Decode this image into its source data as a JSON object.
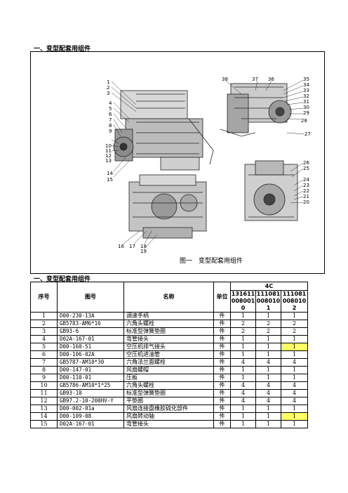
{
  "section1_title": "一、变型配套用组件",
  "figure_caption": "图一　变型配套用组件",
  "callouts_left": [
    "1",
    "2",
    "3",
    "4",
    "5",
    "6",
    "7",
    "8",
    "9",
    "10",
    "11",
    "12",
    "13",
    "14",
    "15"
  ],
  "callouts_bottom": [
    "16",
    "17",
    "18",
    "19"
  ],
  "callouts_top": [
    "36",
    "37",
    "38"
  ],
  "callouts_right": [
    "35",
    "34",
    "33",
    "32",
    "31",
    "30",
    "29",
    "28",
    "27"
  ],
  "callouts_front": [
    "26",
    "25",
    "24",
    "23",
    "22",
    "21",
    "20"
  ],
  "section2_title": "一、变型配套用组件",
  "table": {
    "headers": {
      "seq": "序号",
      "drawing": "图号",
      "name": "名称",
      "unit": "单位",
      "group": "4C"
    },
    "models": [
      [
        "131611",
        "008001",
        "0"
      ],
      [
        "111081",
        "008010",
        "1"
      ],
      [
        "111081",
        "008010",
        "2"
      ]
    ],
    "rows": [
      {
        "seq": "1",
        "drawing": "D00-230-13A",
        "name": "调速手柄",
        "unit": "件",
        "v1": "1",
        "v2": "1",
        "v3": "1",
        "hl": false
      },
      {
        "seq": "2",
        "drawing": "GB5783-AM6*16",
        "name": "六角头螺栓",
        "unit": "件",
        "v1": "2",
        "v2": "2",
        "v3": "2",
        "hl": false
      },
      {
        "seq": "3",
        "drawing": "GB93-6",
        "name": "标准型弹簧垫圈",
        "unit": "件",
        "v1": "2",
        "v2": "2",
        "v3": "2",
        "hl": false
      },
      {
        "seq": "4",
        "drawing": "D02A-167-01",
        "name": "弯管接头",
        "unit": "件",
        "v1": "1",
        "v2": "1",
        "v3": "1",
        "hl": false
      },
      {
        "seq": "5",
        "drawing": "D00-160-51",
        "name": "空压机排气接头",
        "unit": "件",
        "v1": "1",
        "v2": "1",
        "v3": "1",
        "hl": true
      },
      {
        "seq": "6",
        "drawing": "D00-106-02A",
        "name": "空压机进油管",
        "unit": "件",
        "v1": "1",
        "v2": "1",
        "v3": "1",
        "hl": false
      },
      {
        "seq": "7",
        "drawing": "GB5787-AM10*30",
        "name": "六角法兰面螺栓",
        "unit": "件",
        "v1": "4",
        "v2": "4",
        "v3": "4",
        "hl": false
      },
      {
        "seq": "8",
        "drawing": "D00-147-01",
        "name": "风扇螺帽",
        "unit": "件",
        "v1": "1",
        "v2": "1",
        "v3": "1",
        "hl": false
      },
      {
        "seq": "9",
        "drawing": "D00-110-01",
        "name": "压板",
        "unit": "件",
        "v1": "1",
        "v2": "1",
        "v3": "1",
        "hl": false
      },
      {
        "seq": "10",
        "drawing": "GB5786-AM10*1*25",
        "name": "六角头螺栓",
        "unit": "件",
        "v1": "4",
        "v2": "4",
        "v3": "4",
        "hl": false
      },
      {
        "seq": "11",
        "drawing": "GB93-10",
        "name": "标准型弹簧垫圈",
        "unit": "件",
        "v1": "4",
        "v2": "4",
        "v3": "4",
        "hl": false
      },
      {
        "seq": "12",
        "drawing": "GB97.2-10-200HV-Y",
        "name": "平垫圈",
        "unit": "件",
        "v1": "4",
        "v2": "4",
        "v3": "4",
        "hl": false
      },
      {
        "seq": "13",
        "drawing": "D00-002-01a",
        "name": "风扇连接盘橡胶硫化部件",
        "unit": "件",
        "v1": "1",
        "v2": "1",
        "v3": "1",
        "hl": false
      },
      {
        "seq": "14",
        "drawing": "D00-109-08",
        "name": "风扇转动轴",
        "unit": "件",
        "v1": "1",
        "v2": "1",
        "v3": "1",
        "hl": true
      },
      {
        "seq": "15",
        "drawing": "D02A-167-01",
        "name": "弯管接头",
        "unit": "件",
        "v1": "1",
        "v2": "1",
        "v3": "1",
        "hl": false
      }
    ]
  }
}
